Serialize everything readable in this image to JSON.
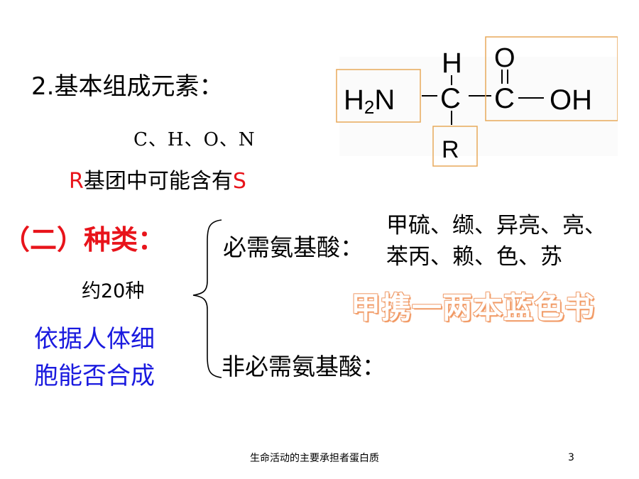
{
  "slide": {
    "heading": "2.基本组成元素：",
    "elements": "C、H、O、N",
    "r_group": {
      "prefix": "R",
      "middle": "基团中可能含有",
      "suffix": "S"
    },
    "kinds_title": "（二）种类：",
    "count": "约20种",
    "basis_line1": "依据人体细",
    "basis_line2": "胞能否合成",
    "essential_label": "必需氨基酸：",
    "essential_line1": "甲硫、缬、异亮、亮、",
    "essential_line2": "苯丙、赖、色、苏",
    "mnemonic": "甲携一两本蓝色书",
    "nonessential_label": "非必需氨基酸：",
    "footer": "生命活动的主要承担者蛋白质",
    "page_number": "3"
  },
  "structure": {
    "amino_group": "H2N",
    "alpha_h": "H",
    "alpha_c": "C",
    "carboxyl_c": "C",
    "carboxyl_o": "O",
    "hydroxyl": "OH",
    "r_label": "R",
    "box_color": "#e8a95a"
  },
  "colors": {
    "red": "#e8141b",
    "blue": "#1a1adf",
    "mnemonic_outline": "#f0a070"
  }
}
